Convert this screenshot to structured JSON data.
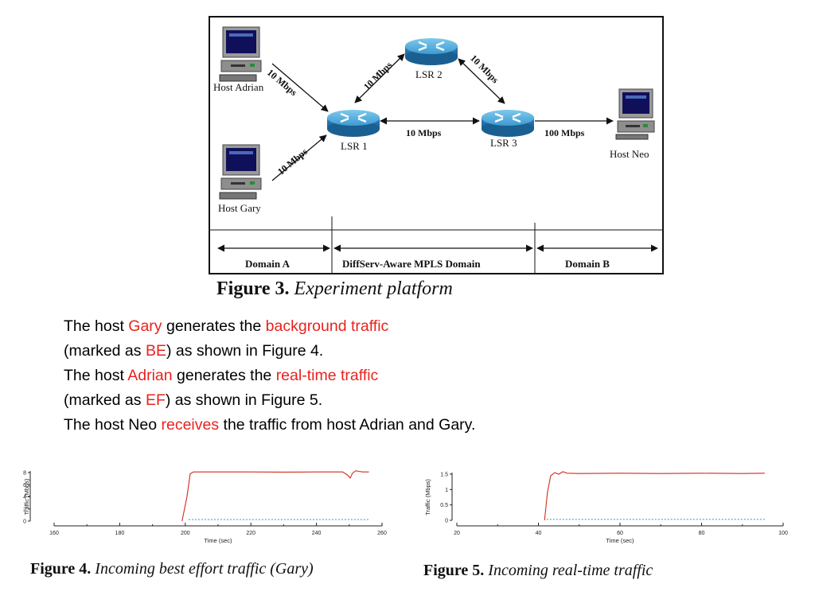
{
  "diagram": {
    "nodes": {
      "host_adrian": "Host Adrian",
      "host_gary": "Host Gary",
      "host_neo": "Host Neo",
      "lsr1": "LSR 1",
      "lsr2": "LSR 2",
      "lsr3": "LSR 3"
    },
    "links": {
      "adrian_lsr1": "10 Mbps",
      "gary_lsr1": "10 Mbps",
      "lsr1_lsr2": "10 Mbps",
      "lsr2_lsr3": "10 Mbps",
      "lsr1_lsr3": "10 Mbps",
      "lsr3_neo": "100 Mbps"
    },
    "domains": {
      "a": "Domain A",
      "mpls": "DiffServ-Aware MPLS Domain",
      "b": "Domain B"
    },
    "caption_bold": "Figure 3.",
    "caption_italic": "Experiment platform"
  },
  "text": {
    "l1_a": "The host ",
    "l1_b": "Gary",
    "l1_c": " generates the ",
    "l1_d": "background traffic",
    "l2_a": "(marked as ",
    "l2_b": "BE",
    "l2_c": ") as shown in Figure 4.",
    "l3_a": "The host ",
    "l3_b": "Adrian",
    "l3_c": " generates the ",
    "l3_d": "real-time traffic",
    "l4_a": "(marked as ",
    "l4_b": "EF",
    "l4_c": ") as shown in Figure 5.",
    "l5_a": "The host Neo ",
    "l5_b": "receives",
    "l5_c": " the traffic from host Adrian and Gary."
  },
  "fig4": {
    "caption_bold": "Figure 4.",
    "caption_italic": "Incoming best effort traffic (Gary)"
  },
  "fig5": {
    "caption_bold": "Figure 5.",
    "caption_italic": "Incoming real-time traffic"
  },
  "chart_data": [
    {
      "type": "line",
      "xlabel": "Time (sec)",
      "ylabel": "Traffic (Mbps)",
      "xlim": [
        160,
        260
      ],
      "ylim": [
        0,
        8
      ],
      "xticks": [
        160,
        180,
        200,
        220,
        240,
        260
      ],
      "yticks": [
        0,
        2,
        4,
        6,
        8
      ],
      "xtick_labels": [
        "160",
        "180",
        "200",
        "220",
        "240",
        "260"
      ],
      "ytick_labels": [
        "0",
        "2",
        "4",
        "6",
        "8"
      ],
      "series": [
        {
          "color": "#d42a1e",
          "dashed": false,
          "x": [
            199,
            200.5,
            201.5,
            202.5,
            210,
            220,
            230,
            240,
            248,
            249.5,
            250.3,
            251,
            252,
            253,
            254,
            256
          ],
          "y": [
            0,
            4,
            7.8,
            8.1,
            8.1,
            8.1,
            8.08,
            8.1,
            8.1,
            7.6,
            7.1,
            7.9,
            8.3,
            8.2,
            8.1,
            8.1
          ]
        },
        {
          "color": "#35a9d4",
          "dashed": true,
          "x": [
            201,
            256
          ],
          "y": [
            0.25,
            0.25
          ]
        }
      ]
    },
    {
      "type": "line",
      "xlabel": "Time (sec)",
      "ylabel": "Traffic (Mbps)",
      "xlim": [
        20,
        100
      ],
      "ylim": [
        0,
        1.5
      ],
      "xticks": [
        20,
        40,
        60,
        80,
        100
      ],
      "yticks": [
        0,
        0.5,
        1,
        1.5
      ],
      "xtick_labels": [
        "20",
        "40",
        "60",
        "80",
        "100"
      ],
      "ytick_labels": [
        "0",
        "0.5",
        "1",
        "1.5"
      ],
      "series": [
        {
          "color": "#d42a1e",
          "dashed": false,
          "x": [
            41.5,
            42.2,
            43,
            44,
            45,
            46,
            47,
            50,
            60,
            70,
            80,
            90,
            95.5
          ],
          "y": [
            0,
            0.9,
            1.45,
            1.55,
            1.5,
            1.58,
            1.53,
            1.52,
            1.53,
            1.52,
            1.53,
            1.52,
            1.53
          ]
        },
        {
          "color": "#35a9d4",
          "dashed": true,
          "x": [
            42,
            95.5
          ],
          "y": [
            0.03,
            0.03
          ]
        }
      ]
    }
  ]
}
